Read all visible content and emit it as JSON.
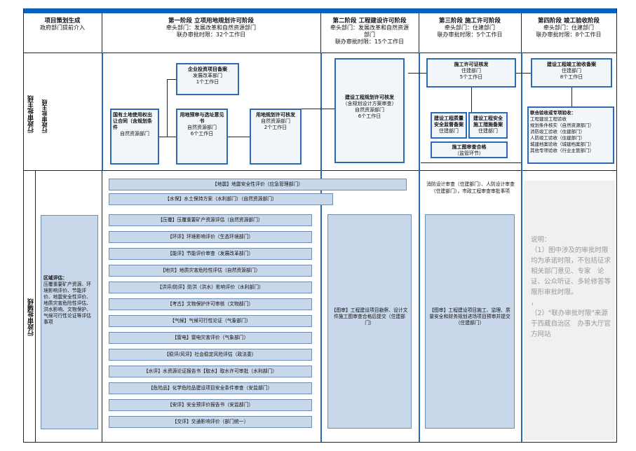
{
  "header": {
    "col0": {
      "title": "项目策划生成",
      "sub": "政府部门提前介入"
    },
    "col1": {
      "title": "第一阶段 立项用地规划许可阶段",
      "lines": [
        "牵头部门：发展改革和自然资源部门",
        "联办审批时限：32个工作日"
      ]
    },
    "col2": {
      "title": "第二阶段 工程建设许可阶段",
      "lines": [
        "牵头部门：发展改革和自然资源",
        "部门",
        "联办审批时限：15个工作日"
      ]
    },
    "col3": {
      "title": "第三阶段 施工许可阶段",
      "lines": [
        "牵头部门：住建部门",
        "联办审批时限：5个工作日"
      ]
    },
    "col4": {
      "title": "第四阶段 竣工验收阶段",
      "lines": [
        "牵头部门：住建部门",
        "联办审批时限：8个工作日"
      ]
    }
  },
  "rows": {
    "main": "行政审批主线",
    "sub_left": "行政审批主线",
    "aux": "行政审批辅线"
  },
  "main_boxes": {
    "enterprise": {
      "title": "企业投资项目备案",
      "lines": [
        "发展改革部门",
        "1个工作日"
      ]
    },
    "land": {
      "title": "国有土地使用权出让合同（含规划条件",
      "lines": [
        "自然资源部门"
      ]
    },
    "site": {
      "title": "用地预审与选址意见书",
      "lines": [
        "自然资源部门",
        "6个工作日"
      ]
    },
    "landplan": {
      "title": "用地规划许可核发",
      "lines": [
        "自然资源部门",
        "2个工作日"
      ]
    },
    "engplan": {
      "title": "建设工程规划许可核发",
      "lines": [
        "（含规划设计方案审查）",
        "自然资源部门",
        "6个工作日"
      ]
    },
    "construct": {
      "title": "施工许可证核发",
      "lines": [
        "住建部门",
        "5个工作日"
      ]
    },
    "quality": {
      "title": "建设工程质量安全监督备案",
      "lines": [
        "住建部门"
      ]
    },
    "safety": {
      "title": "建设工程安全施工措施备案",
      "lines": [
        "住建部门"
      ]
    },
    "drawing": {
      "title": "施工图审查合格",
      "lines": [
        "（监管环节）"
      ]
    },
    "complete": {
      "title": "建设工程竣工验收备案",
      "lines": [
        "住建部门",
        "8个工作日"
      ]
    },
    "joint": {
      "title": "联合验收或专项验收：",
      "lines": [
        "工程建设工程验收",
        "规划条件核实（自然资源部门）",
        "消防竣工验收（住建部门）",
        "人防竣工验收（住建部门）",
        "城建档案验收（城建档案部门）",
        "其他专项验收（行业主管部门）"
      ]
    }
  },
  "aux": {
    "wide1": "【地震】地震安全性评价（应急管理部门）",
    "wide2": "【水保】水土保持方案（水利部门）（自然资源部门）",
    "region_title": "区域评估：",
    "region_text": "压覆重要矿产资源、环境影响评价、节能评价、地震安全性评价、地质灾害危险性评估、洪水影响、文物保护、气候可行性论证等评估事项",
    "items": [
      "【压覆】压覆重要矿产资源评估（自然资源部门）",
      "【环评】环境影响评价（生态环境部门）",
      "【能评】节能评价审查（发展改革部门）",
      "【地灾】地质灾害危险性评估（自然资源部门）",
      "【洪评/防评】防洪（洪水）影响评价（水利部门）",
      "【考古】文物保护许可审核（文物部门）",
      "【气候】气候可行性论证（气象部门）",
      "【雷电】雷电灾害评价（气象部门）",
      "【稳评/风评】社会稳定风险评估（政法委）",
      "【水评】水资源论证报告书【取水】取水许可审批（水利部门）",
      "【危险品】化学危险品建设项目安全条件审查（安监部门）",
      "【安评】安全预评价报告书（安监部门）",
      "【交评】交通影响评价（部门统一）"
    ],
    "col2_text": "【图审】工程建设项目勘察、设计文件施工图审查合格后提交（住建部门）",
    "col3_top": "消防设计审查（住建部门）、人防设计审查（住建部门），市政工程审查审批事项",
    "col3_text": "【图审】工程建设项目施工、监理、质量安全和财务规划进场项目预审并提交（住建部门）",
    "notes": [
      "说明：",
      "（1）图中涉及的审批时限均为承诺时限，不包括征求相关部门意见、专家　论证、公众听证、多轮修答等限形审批时限。",
      "，",
      "（2）\"联办审批时限\"来源于西藏自治区　办事大厅官方网站"
    ]
  },
  "colors": {
    "topbar": "#0a5fbf",
    "box_border": "#2c6ab6",
    "pill_fill": "#c9d7ea",
    "note": "#999999"
  }
}
